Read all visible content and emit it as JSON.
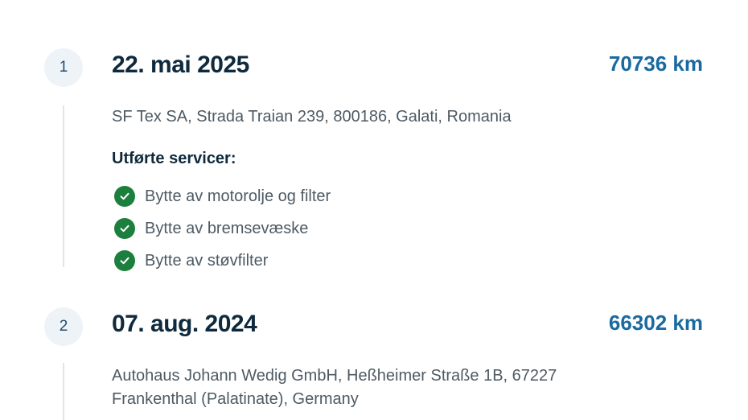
{
  "entries": [
    {
      "step": "1",
      "date": "22. mai 2025",
      "mileage": "70736 km",
      "address": "SF Tex SA, Strada Traian 239, 800186, Galati, Romania",
      "services_heading": "Utførte servicer:",
      "services": [
        "Bytte av motorolje og filter",
        "Bytte av bremsevæske",
        "Bytte av støvfilter"
      ]
    },
    {
      "step": "2",
      "date": "07. aug. 2024",
      "mileage": "66302 km",
      "address": "Autohaus Johann Wedig GmbH, Heßheimer Straße 1B, 67227 Frankenthal (Palatinate), Germany"
    }
  ],
  "icons": {
    "service_done": "check-circle-icon"
  },
  "colors": {
    "date_text": "#0f2a3d",
    "mileage_text": "#1a6aa0",
    "check_background": "#1d7f3d",
    "badge_background": "#eef3f8",
    "body_text": "#4d5a64"
  }
}
